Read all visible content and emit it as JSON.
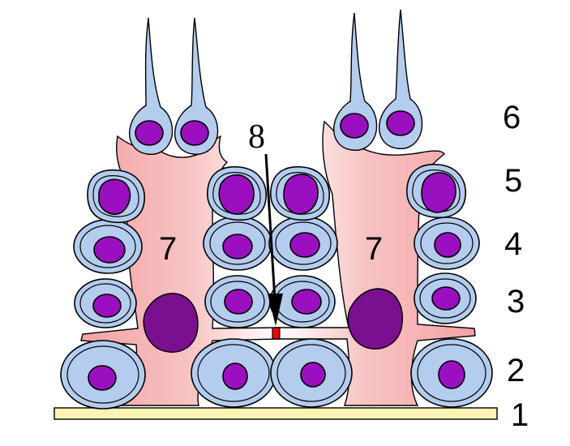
{
  "colors": {
    "basement": "#fbf3b6",
    "cell_fill": "#b4ccee",
    "nucleus": "#9a0fbf",
    "sertoli_fill": "#f5aaab",
    "sertoli_nucleus": "#7a0f8f",
    "junction": "#ee0000",
    "arrow": "#000000"
  },
  "labels": {
    "l1": "1",
    "l2": "2",
    "l3": "3",
    "l4": "4",
    "l5": "5",
    "l6": "6",
    "l7a": "7",
    "l7b": "7",
    "l8": "8"
  },
  "icons": {
    "arrow": "down-arrow-icon"
  }
}
